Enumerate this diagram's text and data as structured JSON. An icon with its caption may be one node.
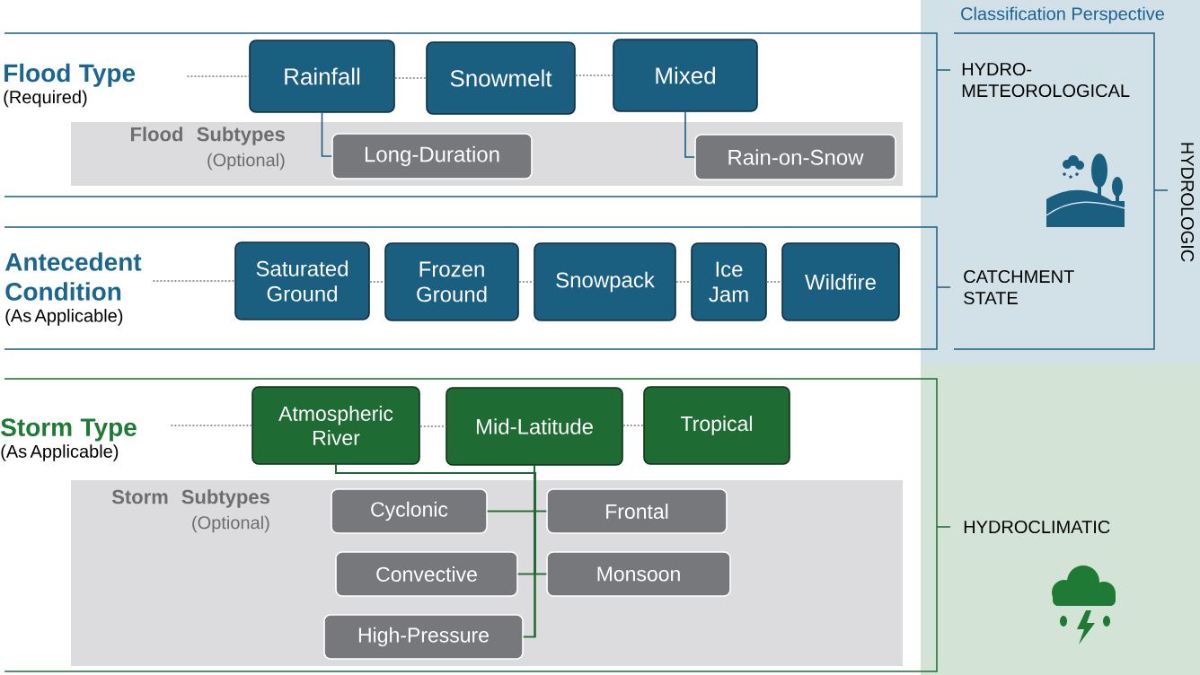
{
  "diagram": {
    "title": "Classification Perspective",
    "nodes": [
      {
        "text": [
          "Flood Type",
          "(Required)"
        ]
      },
      {
        "text": [
          "Rainfall"
        ]
      },
      {
        "text": [
          "Snowmelt"
        ]
      },
      {
        "text": [
          "Mixed"
        ]
      },
      {
        "text": [
          "Flood Subtypes",
          "(Optional)"
        ]
      },
      {
        "text": [
          "Long-Duration"
        ],
        "in": 4
      },
      {
        "text": [
          "Rain-on-Snow"
        ],
        "in": 4
      },
      {
        "text": [
          "Antecedent Condition",
          "(As Applicable)"
        ]
      },
      {
        "text": [
          "Saturated Ground"
        ]
      },
      {
        "text": [
          "Frozen Ground"
        ]
      },
      {
        "text": [
          "Snowpack"
        ]
      },
      {
        "text": [
          "Ice Jam"
        ]
      },
      {
        "text": [
          "Wildfire"
        ]
      },
      {
        "text": [
          "Storm Type",
          "(As Applicable)"
        ]
      },
      {
        "text": [
          "Atmospheric River"
        ]
      },
      {
        "text": [
          "Mid-Latitude"
        ]
      },
      {
        "text": [
          "Tropical"
        ]
      },
      {
        "text": [
          "Storm Subtypes",
          "(Optional)"
        ]
      },
      {
        "text": [
          "Cyclonic"
        ],
        "in": 17
      },
      {
        "text": [
          "Frontal"
        ],
        "in": 17
      },
      {
        "text": [
          "Convective"
        ],
        "in": 17
      },
      {
        "text": [
          "Monsoon"
        ],
        "in": 17
      },
      {
        "text": [
          "High-Pressure"
        ],
        "in": 17
      }
    ],
    "edges": [
      {
        "from": 0,
        "to": 1,
        "arrow": "none",
        "style": "dashed",
        "color": "#9a9a9a"
      },
      {
        "from": 1,
        "to": 2,
        "arrow": "none",
        "style": "dashed",
        "color": "#9a9a9a"
      },
      {
        "from": 2,
        "to": 3,
        "arrow": "none",
        "style": "dashed",
        "color": "#9a9a9a"
      },
      {
        "from": 1,
        "to": 5,
        "arrow": "none",
        "color": "#1a5e80"
      },
      {
        "from": 3,
        "to": 6,
        "arrow": "none",
        "color": "#1a5e80"
      },
      {
        "from": 7,
        "to": 8,
        "arrow": "none",
        "style": "dashed",
        "color": "#9a9a9a"
      },
      {
        "from": 8,
        "to": 9,
        "arrow": "none",
        "style": "dashed",
        "color": "#9a9a9a"
      },
      {
        "from": 9,
        "to": 10,
        "arrow": "none",
        "style": "dashed",
        "color": "#9a9a9a"
      },
      {
        "from": 10,
        "to": 11,
        "arrow": "none",
        "style": "dashed",
        "color": "#9a9a9a"
      },
      {
        "from": 11,
        "to": 12,
        "arrow": "none",
        "style": "dashed",
        "color": "#9a9a9a"
      },
      {
        "from": 13,
        "to": 14,
        "arrow": "none",
        "style": "dashed",
        "color": "#9a9a9a"
      },
      {
        "from": 14,
        "to": 15,
        "arrow": "none",
        "style": "dashed",
        "color": "#9a9a9a"
      },
      {
        "from": 15,
        "to": 16,
        "arrow": "none",
        "style": "dashed",
        "color": "#9a9a9a"
      },
      {
        "from": 14,
        "to": 18,
        "arrow": "none",
        "color": "#1e6b34"
      },
      {
        "from": 14,
        "to": 19,
        "arrow": "none",
        "color": "#1e6b34"
      },
      {
        "from": 14,
        "to": 20,
        "arrow": "none",
        "color": "#1e6b34"
      },
      {
        "from": 14,
        "to": 21,
        "arrow": "none",
        "color": "#1e6b34"
      },
      {
        "from": 14,
        "to": 22,
        "arrow": "none",
        "color": "#1e6b34"
      },
      {
        "from": 15,
        "to": 18,
        "arrow": "none",
        "color": "#1e6b34"
      },
      {
        "from": 15,
        "to": 19,
        "arrow": "none",
        "color": "#1e6b34"
      },
      {
        "from": 15,
        "to": 20,
        "arrow": "none",
        "color": "#1e6b34"
      },
      {
        "from": 15,
        "to": 21,
        "arrow": "none",
        "color": "#1e6b34"
      },
      {
        "from": 15,
        "to": 22,
        "arrow": "none",
        "color": "#1e6b34"
      }
    ],
    "labels": [
      "HYDRO- METEOROLOGICAL",
      "CATCHMENT STATE",
      "HYDROLOGIC",
      "HYDROCLIMATIC"
    ]
  }
}
